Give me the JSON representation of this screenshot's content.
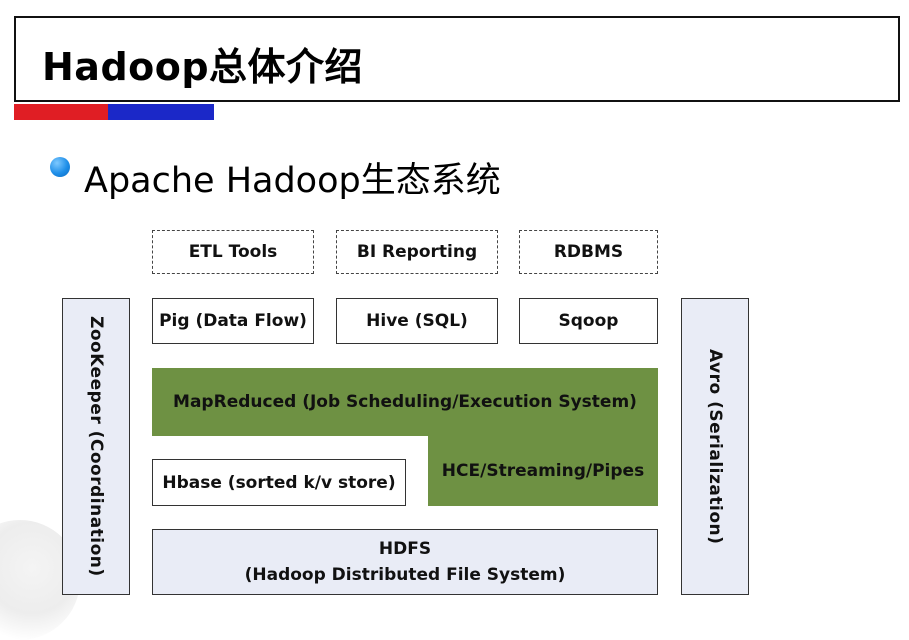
{
  "slide": {
    "title": "Hadoop总体介绍",
    "subtitle": "Apache Hadoop生态系统"
  },
  "diagram": {
    "top_row": [
      "ETL Tools",
      "BI Reporting",
      "RDBMS"
    ],
    "tools_row": [
      "Pig (Data Flow)",
      "Hive (SQL)",
      "Sqoop"
    ],
    "mapreduce": "MapReduced (Job Scheduling/Execution System)",
    "hce": "HCE/Streaming/Pipes",
    "hbase": "Hbase (sorted k/v store)",
    "hdfs_line1": "HDFS",
    "hdfs_line2": "(Hadoop Distributed File System)",
    "zookeeper": "ZooKeeper  (Coordination)",
    "avro": "Avro  (Serialization)"
  },
  "colors": {
    "green": "#6e9143",
    "side_fill": "#e9ecf6",
    "accent_red": "#e01e24",
    "accent_blue": "#1b28c8",
    "bullet": "#1e8ee8"
  }
}
